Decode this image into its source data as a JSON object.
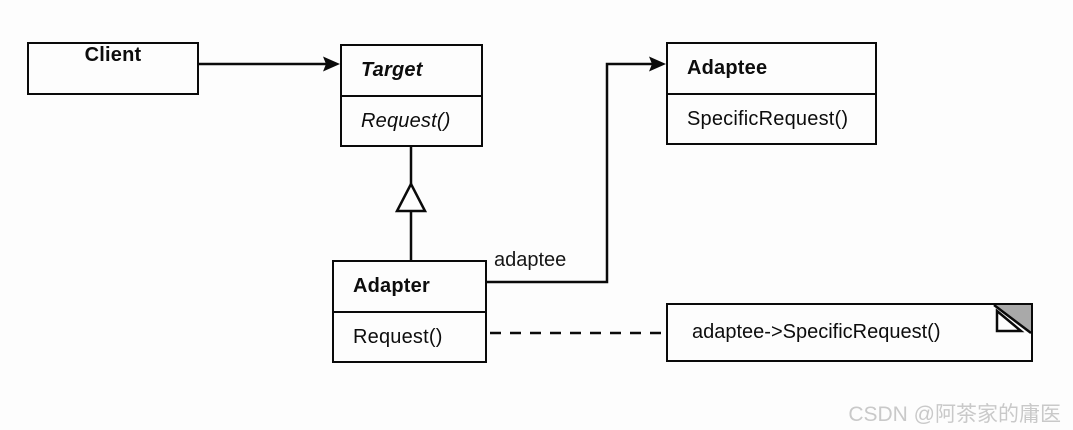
{
  "diagram": {
    "classes": {
      "client": {
        "name": "Client"
      },
      "target": {
        "name": "Target",
        "methods": [
          "Request()"
        ]
      },
      "adaptee": {
        "name": "Adaptee",
        "methods": [
          "SpecificRequest()"
        ]
      },
      "adapter": {
        "name": "Adapter",
        "methods": [
          "Request()"
        ]
      }
    },
    "relationships": {
      "client_to_target": "association-arrow",
      "adapter_to_target": "generalization-hollow-triangle",
      "adapter_to_adaptee_label": "adaptee",
      "adapter_note_link": "dashed-line-with-circle"
    },
    "note": {
      "text": "adaptee->SpecificRequest()"
    },
    "watermark": "CSDN @阿茶家的庸医",
    "colors": {
      "line": "#0a0a0a",
      "box_fill": "#fdfdfd",
      "note_fold_gray": "#a9a9a9",
      "watermark_gray": "#c9c9c9",
      "background": "#fdfdfd"
    }
  }
}
